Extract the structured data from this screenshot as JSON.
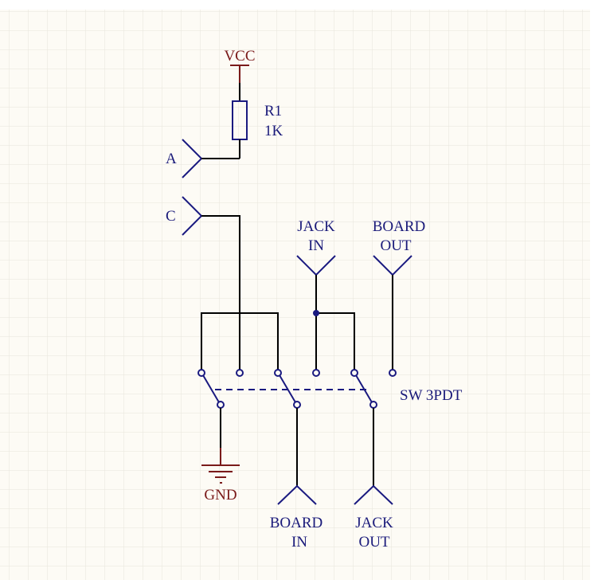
{
  "colors": {
    "background": "#fdfbf5",
    "grid": "#e8e4dc",
    "component": "#1a1a80",
    "power": "#7a1a1a",
    "wire": "#000000"
  },
  "power": {
    "vcc_label": "VCC",
    "gnd_label": "GND"
  },
  "resistor": {
    "designator": "R1",
    "value": "1K"
  },
  "ports": {
    "a_label": "A",
    "c_label": "C",
    "jack_in_line1": "JACK",
    "jack_in_line2": "IN",
    "board_out_line1": "BOARD",
    "board_out_line2": "OUT",
    "board_in_line1": "BOARD",
    "board_in_line2": "IN",
    "jack_out_line1": "JACK",
    "jack_out_line2": "OUT"
  },
  "switch": {
    "label": "SW 3PDT"
  }
}
